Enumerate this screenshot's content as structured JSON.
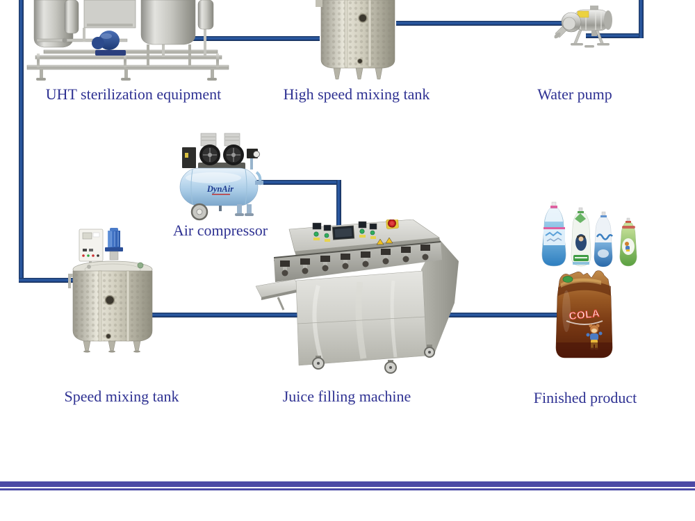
{
  "diagram": {
    "stations": [
      {
        "id": "uht-sterilization-equipment",
        "label": "UHT sterilization equipment"
      },
      {
        "id": "high-speed-mixing-tank",
        "label": "High speed mixing tank"
      },
      {
        "id": "water-pump",
        "label": "Water pump"
      },
      {
        "id": "air-compressor",
        "label": "Air compressor",
        "brand": "DynAir"
      },
      {
        "id": "speed-mixing-tank",
        "label": "Speed mixing tank"
      },
      {
        "id": "juice-filling-machine",
        "label": "Juice filling machine"
      },
      {
        "id": "finished-product",
        "label": "Finished product",
        "pouch_text": "COLA"
      }
    ],
    "colors": {
      "background": "#ffffff",
      "connector_line": "#24509a",
      "label_text": "#2e3192",
      "footer_band": "#4c4aa5",
      "compressor_body": "#b9d5e9",
      "cola_pouch_brown": "#8a4a1e",
      "stainless_steel": "#c9c7ba"
    }
  }
}
